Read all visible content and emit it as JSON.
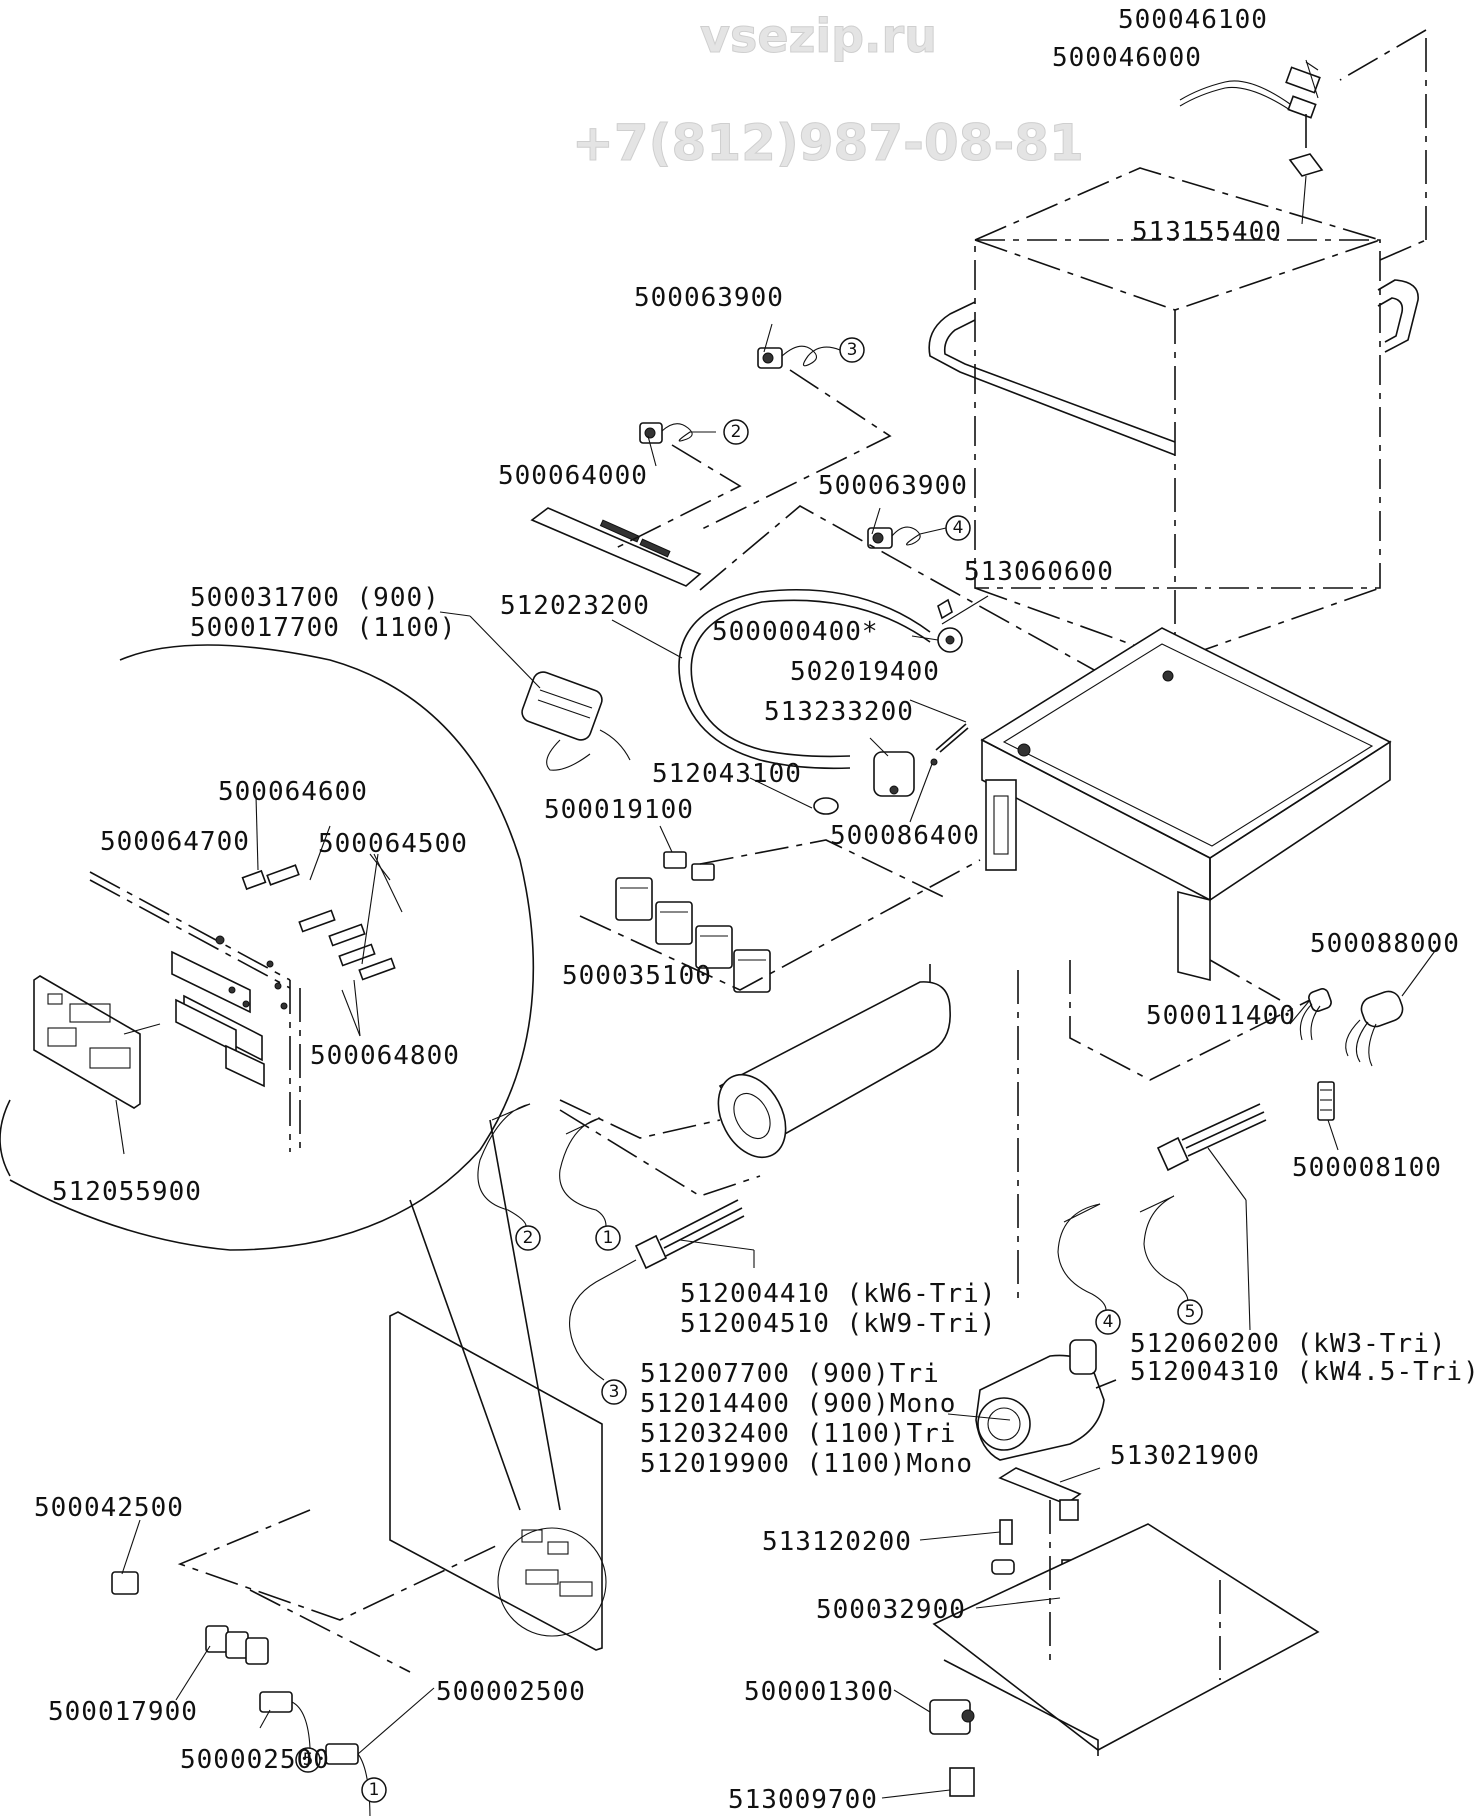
{
  "watermark": {
    "site": "vsezip.ru",
    "phone": "+7(812)987-08-81"
  },
  "labels": {
    "p500046100": "500046100",
    "p500046000": "500046000",
    "p513155400": "513155400",
    "p500063900_a": "500063900",
    "p500064000": "500064000",
    "p500063900_b": "500063900",
    "p513060600": "513060600",
    "p500031700": "500031700 (900)",
    "p500017700": "500017700 (1100)",
    "p512023200": "512023200",
    "p500000400": "500000400*",
    "p502019400": "502019400",
    "p513233200": "513233200",
    "p512043100": "512043100",
    "p500064600": "500064600",
    "p500064700": "500064700",
    "p500064500": "500064500",
    "p500019100": "500019100",
    "p500086400": "500086400",
    "p500088000": "500088000",
    "p500011400": "500011400",
    "p500035100": "500035100",
    "p500064800": "500064800",
    "p500008100": "500008100",
    "p512055900": "512055900",
    "p512004410": "512004410 (kW6-Tri)",
    "p512004510": "512004510 (kW9-Tri)",
    "p512060200": "512060200 (kW3-Tri)",
    "p512004310": "512004310 (kW4.5-Tri)",
    "p512007700": "512007700 (900)Tri",
    "p512014400": "512014400 (900)Mono",
    "p512032400": "512032400 (1100)Tri",
    "p512019900": "512019900 (1100)Mono",
    "p513021900": "513021900",
    "p500042500": "500042500",
    "p513120200": "513120200",
    "p500032900": "500032900",
    "p500017900": "500017900",
    "p500002500_a": "500002500",
    "p500002500_b": "500002500",
    "p500001300": "500001300",
    "p513009700": "513009700"
  },
  "callouts": {
    "c1": "1",
    "c2": "2",
    "c3": "3",
    "c4": "4",
    "c5": "5"
  }
}
